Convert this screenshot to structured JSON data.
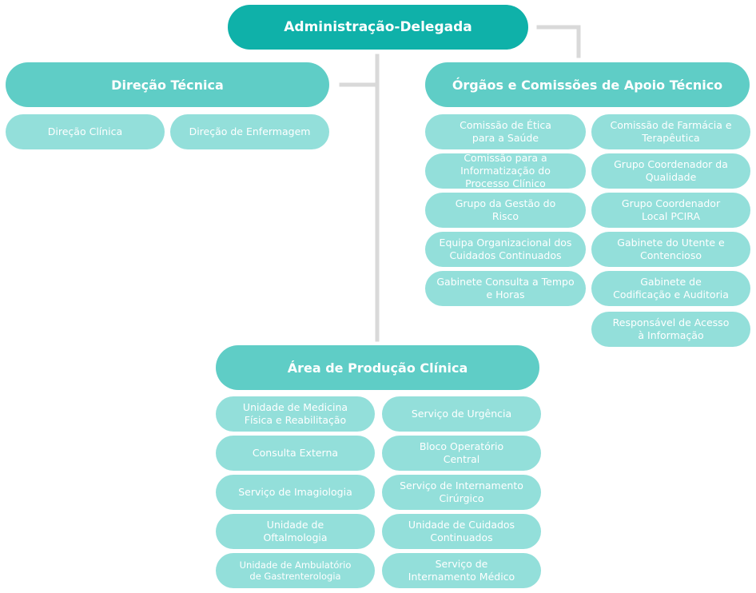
{
  "root": {
    "label": "Administração-Delegada"
  },
  "direcao_tecnica": {
    "label": "Direção Técnica",
    "items": [
      "Direção Clínica",
      "Direção de Enfermagem"
    ]
  },
  "orgaos": {
    "label": "Órgãos e Comissões de Apoio Técnico",
    "left_items": [
      "Comissão de Ética\npara a Saúde",
      "Comissão para a\nInformatização do\nProcesso Clínico",
      "Grupo da Gestão do\nRisco",
      "Equipa Organizacional dos\nCuidados Continuados",
      "Gabinete Consulta a Tempo\ne Horas"
    ],
    "right_items": [
      "Comissão de Farmácia e\nTerapêutica",
      "Grupo Coordenador da\nQualidade",
      "Grupo Coordenador\nLocal PCIRA",
      "Gabinete do Utente e\nContencioso",
      "Gabinete de\nCodificação e Auditoria",
      "Responsável de Acesso\nà Informação"
    ]
  },
  "producao": {
    "label": "Área de Produção Clínica",
    "left_items": [
      "Unidade de Medicina\nFísica e Reabilitação",
      "Consulta Externa",
      "Serviço de Imagiologia",
      "Unidade de\nOftalmologia",
      "Unidade de Ambulatório\nde Gastrenterologia"
    ],
    "right_items": [
      "Serviço de Urgência",
      "Bloco Operatório\nCentral",
      "Serviço de  Internamento\nCirúrgico",
      "Unidade de Cuidados\nContinuados",
      "Serviço de\nInternamento Médico"
    ]
  },
  "colors": {
    "root_fill": "#0fb1a9",
    "head_fill": "#5fcdc6",
    "item_fill": "#93dfda",
    "connector": "#d9d9d9"
  }
}
